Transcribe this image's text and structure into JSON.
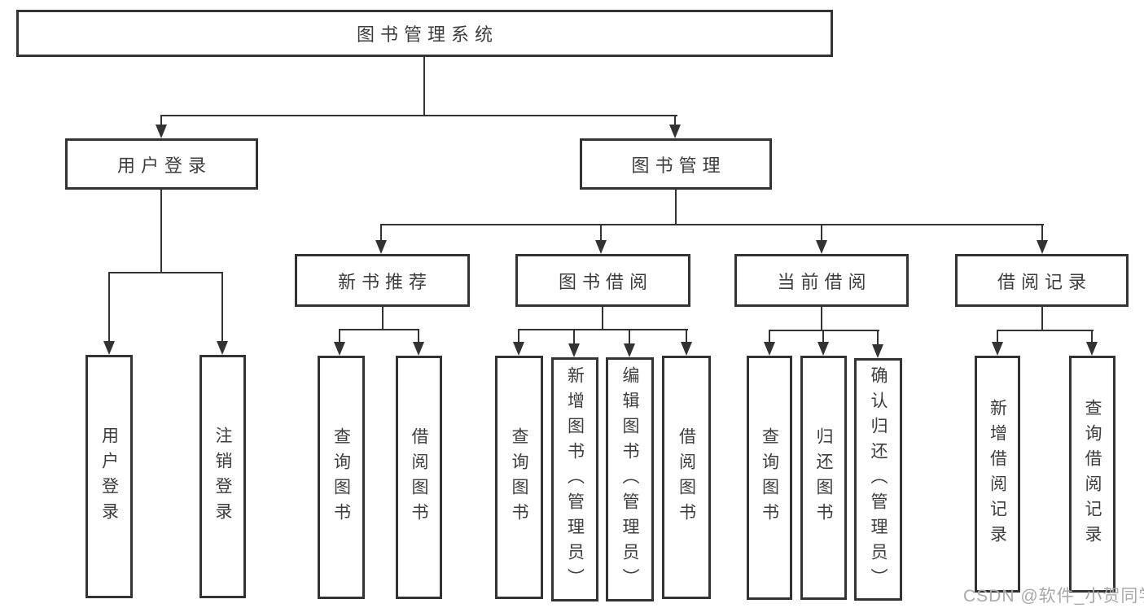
{
  "diagram": {
    "title": "图书管理系统",
    "watermark": "CSDN @软件_小贺同学",
    "colors": {
      "line": "#333333",
      "text": "#3d3d3d",
      "box_bg": "#ffffff",
      "watermark": "#a9a9a9"
    },
    "nodes": {
      "root": {
        "label": "图书管理系统"
      },
      "user_login": {
        "label": "用户登录"
      },
      "book_mgmt": {
        "label": "图书管理"
      },
      "new_book_rec": {
        "label": "新书推荐"
      },
      "book_borrow": {
        "label": "图书借阅"
      },
      "current_borrow": {
        "label": "当前借阅"
      },
      "borrow_record": {
        "label": "借阅记录"
      },
      "ul_login": {
        "label": "用户登录"
      },
      "ul_logout": {
        "label": "注销登录"
      },
      "nb_query": {
        "label": "查询图书"
      },
      "nb_borrow": {
        "label": "借阅图书"
      },
      "bb_query": {
        "label": "查询图书"
      },
      "bb_add": {
        "label": "新增图书（管理员）"
      },
      "bb_edit": {
        "label": "编辑图书（管理员）"
      },
      "bb_borrow": {
        "label": "借阅图书"
      },
      "cb_query": {
        "label": "查询图书"
      },
      "cb_return": {
        "label": "归还图书"
      },
      "cb_confirm": {
        "label": "确认归还（管理员）"
      },
      "br_add": {
        "label": "新增借阅记录"
      },
      "br_query": {
        "label": "查询借阅记录"
      }
    }
  }
}
